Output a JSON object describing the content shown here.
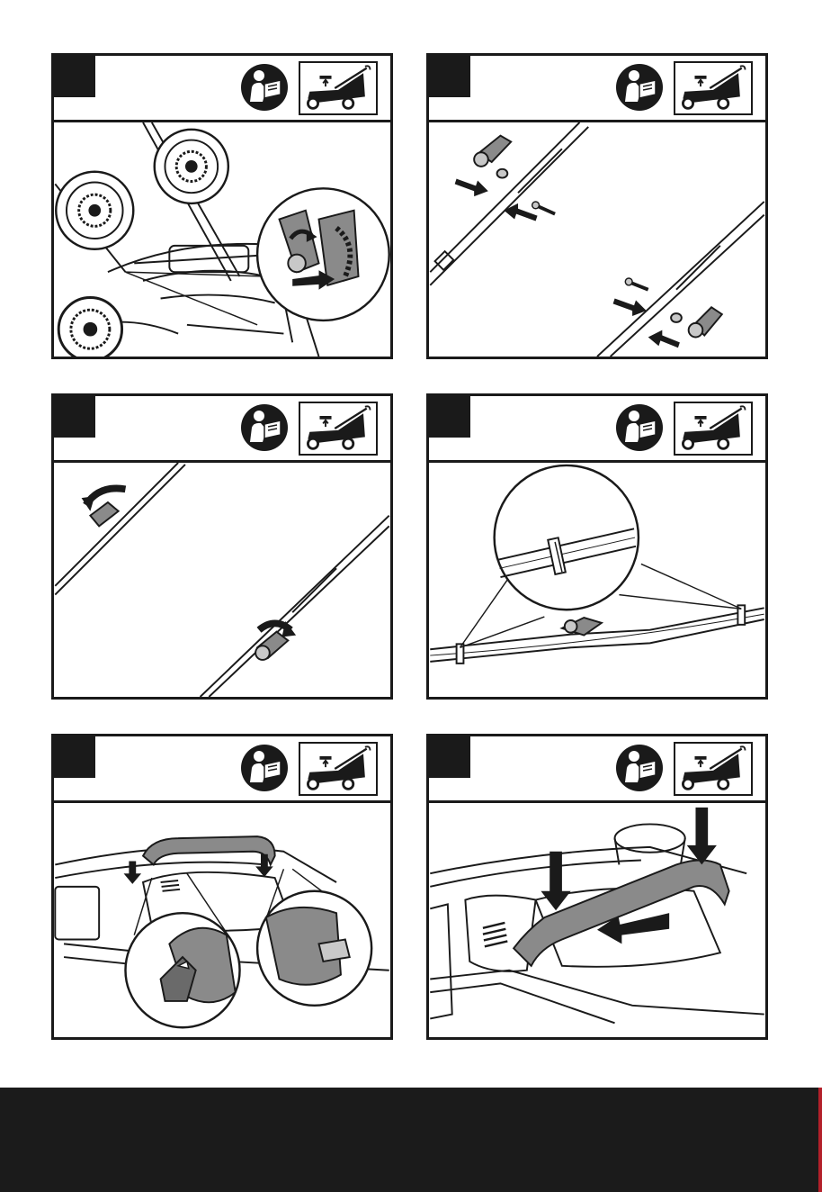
{
  "panels": [
    {
      "id": 1,
      "step_number": "",
      "manual_icon": "read-manual-icon",
      "mower_icon": "mower-handle-icon",
      "scene": "rear-wheel-height-adjustment"
    },
    {
      "id": 2,
      "step_number": "",
      "manual_icon": "read-manual-icon",
      "mower_icon": "mower-handle-icon",
      "scene": "handle-bolt-assembly"
    },
    {
      "id": 3,
      "step_number": "",
      "manual_icon": "read-manual-icon",
      "mower_icon": "mower-handle-icon",
      "scene": "tighten-handle-knobs"
    },
    {
      "id": 4,
      "step_number": "",
      "manual_icon": "read-manual-icon",
      "mower_icon": "mower-handle-icon",
      "scene": "cable-clip-detail"
    },
    {
      "id": 5,
      "step_number": "",
      "manual_icon": "read-manual-icon",
      "mower_icon": "mower-handle-icon",
      "scene": "grass-box-handle-insert"
    },
    {
      "id": 6,
      "step_number": "",
      "manual_icon": "read-manual-icon",
      "mower_icon": "mower-handle-icon",
      "scene": "grass-box-handle-fitted"
    }
  ],
  "colors": {
    "line": "#1a1a1a",
    "grey": "#8a8a8a",
    "light_grey": "#c8c8c8",
    "footer": "#1b1b1b",
    "accent": "#b3202a"
  }
}
